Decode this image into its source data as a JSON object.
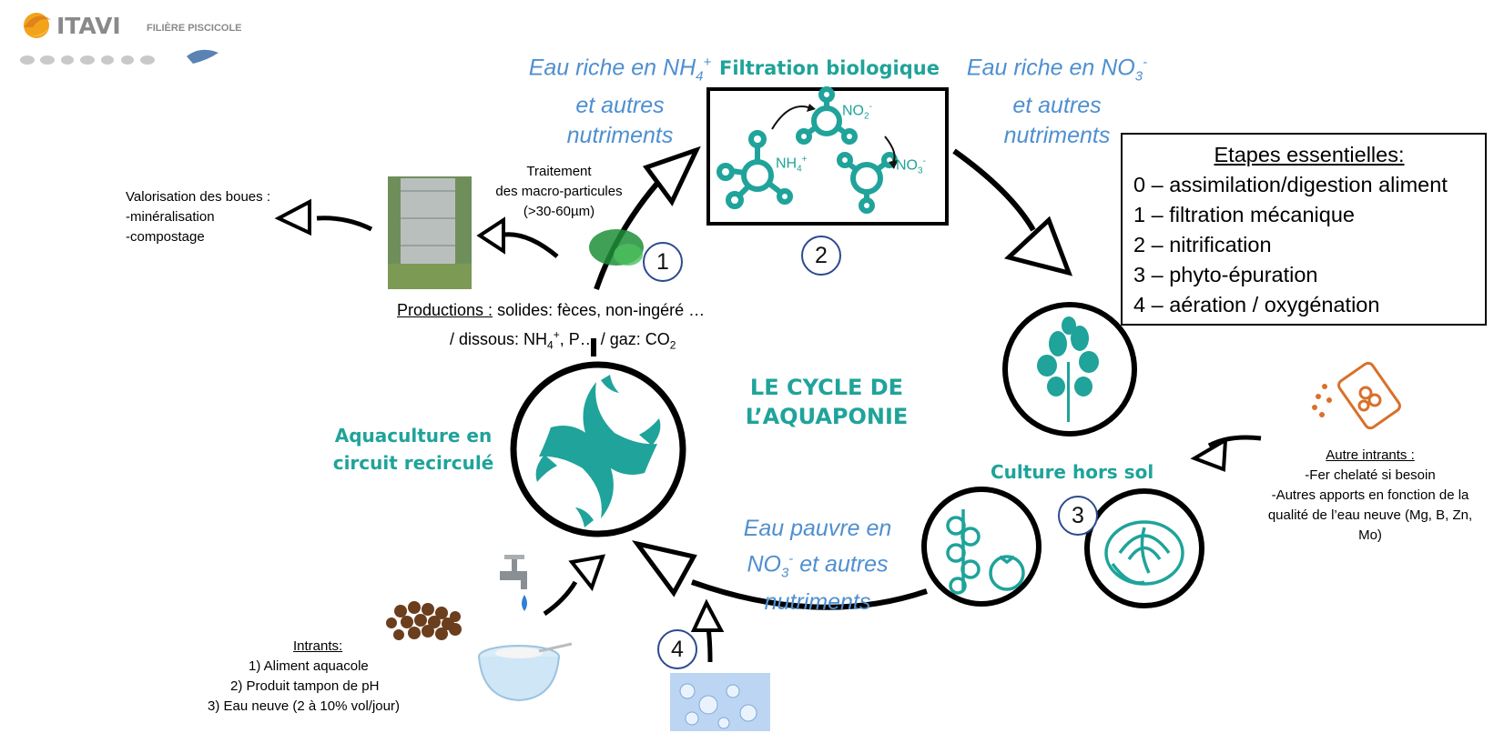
{
  "logo": {
    "brand": "ITAVI",
    "tagline": "FILIÈRE PISCICOLE",
    "colors": {
      "sun": "#f2a31b",
      "text": "#8a8a8a",
      "fish": "#5a83b4"
    }
  },
  "flows": {
    "nh4_water": {
      "line1": "Eau riche en NH",
      "sub": "4",
      "sup": "+",
      "line2": "et autres",
      "line3": "nutriments"
    },
    "no3_water": {
      "line1": "Eau riche en NO",
      "sub": "3",
      "sup": "-",
      "line2": "et autres",
      "line3": "nutriments"
    },
    "poor_water": {
      "line1": "Eau pauvre en",
      "no3": "NO",
      "sub": "3",
      "sup": "-",
      "line2_rest": " et autres",
      "line3": "nutriments"
    }
  },
  "biofilter": {
    "title": "Filtration biologique",
    "no2": "NO",
    "no2_sub": "2",
    "no2_sup": "-",
    "nh4": "NH",
    "nh4_sub": "4",
    "nh4_sup": "+",
    "no3": "NO",
    "no3_sub": "3",
    "no3_sup": "-"
  },
  "steps": {
    "title": "Etapes essentielles:",
    "items": [
      "0 – assimilation/digestion aliment",
      "1 – filtration mécanique",
      "2 – nitrification",
      "3 – phyto-épuration",
      "4 – aération / oxygénation"
    ]
  },
  "numbers": [
    "1",
    "2",
    "3",
    "4"
  ],
  "treatment": {
    "line1": "Traitement",
    "line2": "des macro-particules",
    "line3": "(>30-60µm)"
  },
  "sludge": {
    "line1": "Valorisation des boues :",
    "line2": "-minéralisation",
    "line3": "-compostage"
  },
  "productions": {
    "label": "Productions :",
    "line1_rest": " solides: fèces, non-ingéré …",
    "line2_a": "/ dissous: NH",
    "line2_sub": "4",
    "line2_sup": "+",
    "line2_b": ", P… / gaz:  CO",
    "line2_sub2": "2"
  },
  "center_title": {
    "line1": "LE CYCLE DE",
    "line2": "L’AQUAPONIE"
  },
  "aquaculture": {
    "line1": "Aquaculture en",
    "line2": "circuit recirculé"
  },
  "culture": {
    "title": "Culture hors sol"
  },
  "other_inputs": {
    "title": "Autre intrants :",
    "line1": "-Fer chelaté si besoin",
    "line2": "-Autres apports en fonction de la",
    "line3": "qualité de l’eau neuve (Mg, B, Zn,",
    "line4": "Mo)"
  },
  "inputs": {
    "title": "Intrants:",
    "items": [
      "1)    Aliment aquacole",
      "2)    Produit tampon de pH",
      "3)    Eau neuve (2 à 10% vol/jour)"
    ]
  },
  "colors": {
    "teal": "#1fa39a",
    "blue_italic": "#4f8fd0",
    "num_border": "#2c4a8f",
    "orange": "#d9702a"
  }
}
